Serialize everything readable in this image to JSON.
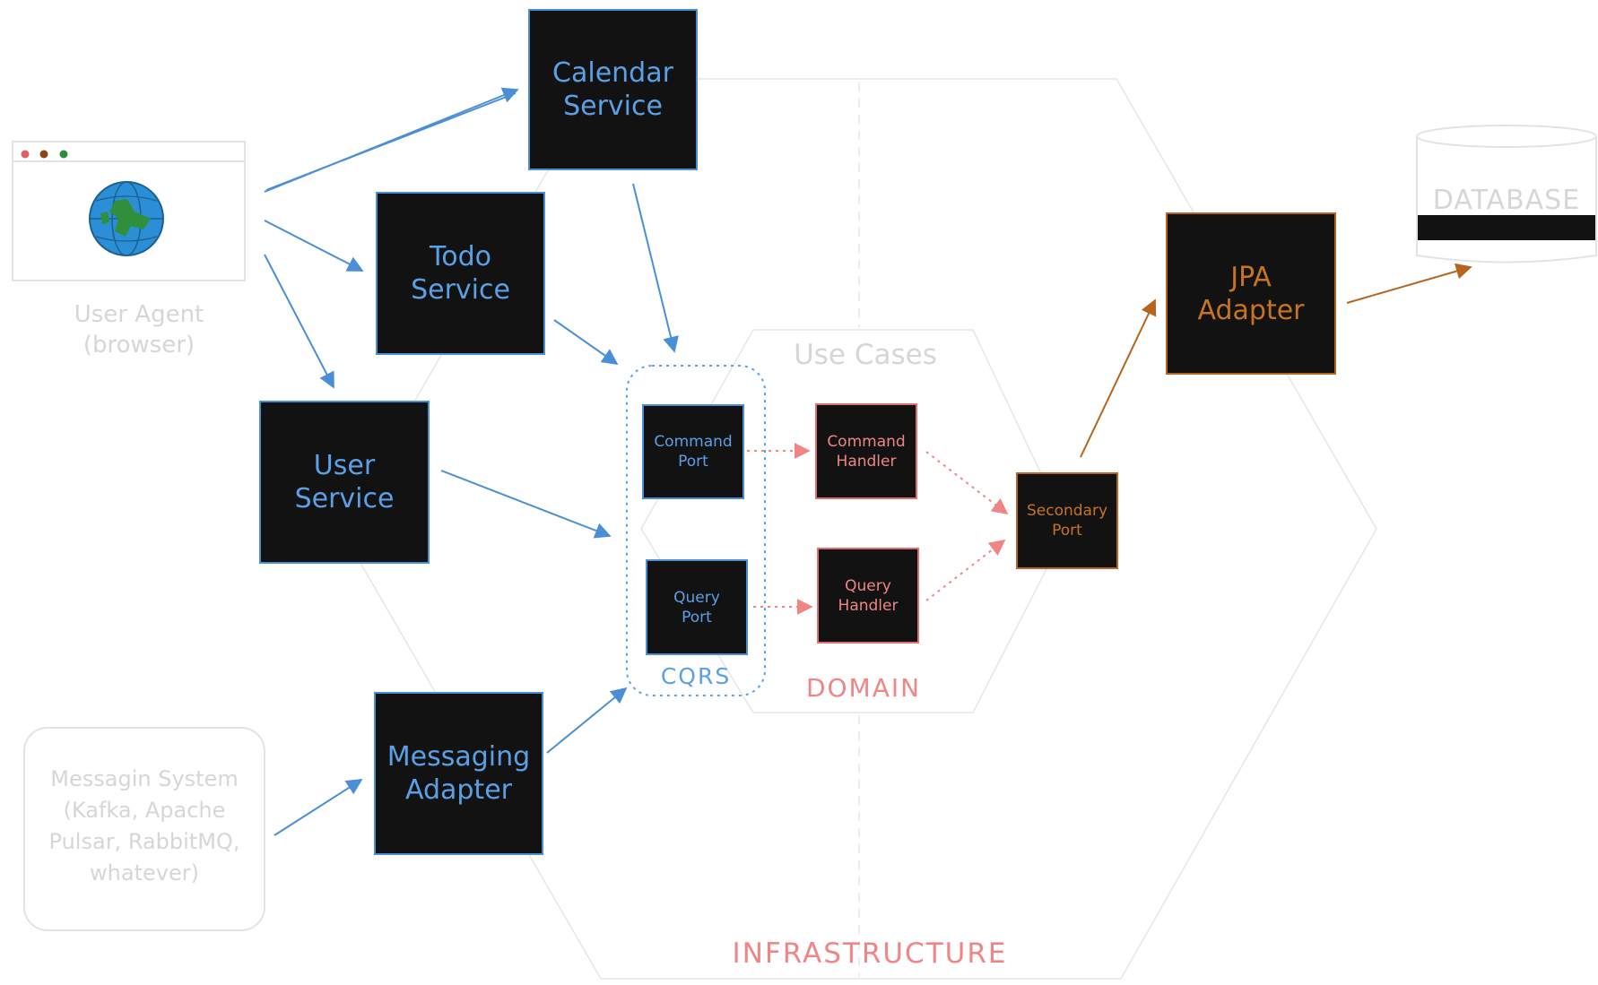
{
  "services": {
    "calendar": "Calendar\nService",
    "todo": "Todo\nService",
    "user": "User\nService",
    "messaging": "Messaging\nAdapter",
    "jpa": "JPA\nAdapter"
  },
  "ports": {
    "command_port": "Command\nPort",
    "query_port": "Query\nPort",
    "command_handler": "Command\nHandler",
    "query_handler": "Query\nHandler",
    "secondary_port": "Secondary\nPort"
  },
  "labels": {
    "user_agent": "User Agent\n(browser)",
    "messaging_system": "Messagin System\n(Kafka, Apache\nPulsar, RabbitMQ,\nwhatever)",
    "use_cases": "Use Cases",
    "cqrs": "CQRS",
    "domain": "DOMAIN",
    "infrastructure": "INFRASTRUCTURE",
    "database": "DATABASE"
  },
  "colors": {
    "blue": "#4a8fd6",
    "red": "#f08585",
    "orange": "#b5651d",
    "grey": "#d6d6d6"
  },
  "icons": {
    "browser": "globe-icon",
    "database": "database-cylinder-icon"
  }
}
